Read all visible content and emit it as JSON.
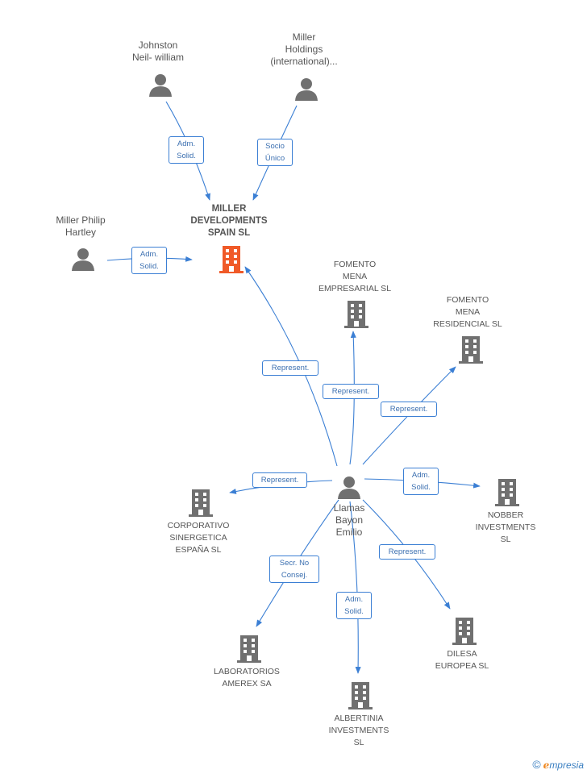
{
  "colors": {
    "edge": "#3b7fd4",
    "person": "#707070",
    "company": "#707070",
    "main_company": "#f05a28"
  },
  "nodes": {
    "johnston": {
      "lines": [
        "Johnston",
        "Neil- william"
      ],
      "icon": "person-icon"
    },
    "miller_holdings": {
      "lines": [
        "Miller",
        "Holdings",
        "(international)..."
      ],
      "icon": "person-icon"
    },
    "miller_philip": {
      "lines": [
        "Miller Philip",
        "Hartley"
      ],
      "icon": "person-icon"
    },
    "main": {
      "lines": [
        "MILLER",
        "DEVELOPMENTS",
        "SPAIN SL"
      ],
      "icon": "building-icon"
    },
    "fomento_empresarial": {
      "lines": [
        "FOMENTO",
        "MENA",
        "EMPRESARIAL SL"
      ],
      "icon": "building-icon"
    },
    "fomento_residencial": {
      "lines": [
        "FOMENTO",
        "MENA",
        "RESIDENCIAL SL"
      ],
      "icon": "building-icon"
    },
    "llamas": {
      "lines": [
        "Llamas",
        "Bayon",
        "Emilio"
      ],
      "icon": "person-icon"
    },
    "corporativo": {
      "lines": [
        "CORPORATIVO",
        "SINERGETICA",
        "ESPAÑA SL"
      ],
      "icon": "building-icon"
    },
    "nobber": {
      "lines": [
        "NOBBER",
        "INVESTMENTS",
        "SL"
      ],
      "icon": "building-icon"
    },
    "laboratorios": {
      "lines": [
        "LABORATORIOS",
        "AMEREX SA"
      ],
      "icon": "building-icon"
    },
    "albertinia": {
      "lines": [
        "ALBERTINIA",
        "INVESTMENTS",
        "SL"
      ],
      "icon": "building-icon"
    },
    "dilesa": {
      "lines": [
        "DILESA",
        "EUROPEA SL"
      ],
      "icon": "building-icon"
    }
  },
  "edges": {
    "johnston_main": [
      "Adm.",
      "Solid."
    ],
    "holdings_main": [
      "Socio",
      "Único"
    ],
    "philip_main": [
      "Adm.",
      "Solid."
    ],
    "llamas_main": [
      "Represent."
    ],
    "llamas_fomento_emp": [
      "Represent."
    ],
    "llamas_fomento_res": [
      "Represent."
    ],
    "llamas_corporativo": [
      "Represent."
    ],
    "llamas_nobber": [
      "Adm.",
      "Solid."
    ],
    "llamas_laboratorios": [
      "Secr.  No",
      "Consej."
    ],
    "llamas_albertinia": [
      "Adm.",
      "Solid."
    ],
    "llamas_dilesa": [
      "Represent."
    ]
  },
  "footer": {
    "copyright": "©",
    "brand_e": "ℯ",
    "brand_rest": "mpresia"
  }
}
